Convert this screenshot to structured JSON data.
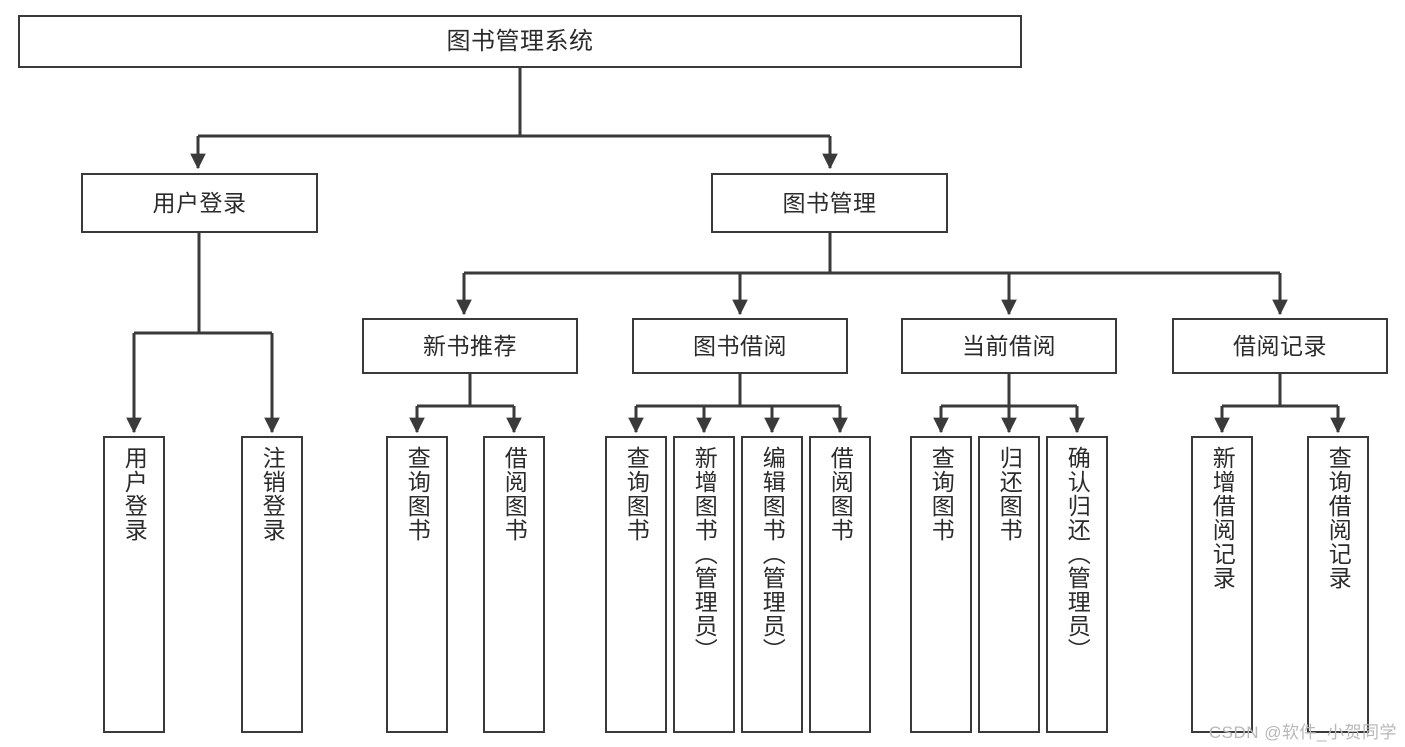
{
  "diagram": {
    "title": "图书管理系统",
    "type": "tree-hierarchy-diagram",
    "root": {
      "id": "root",
      "label": "图书管理系统"
    },
    "level2": [
      {
        "id": "login",
        "label": "用户登录"
      },
      {
        "id": "bookmgmt",
        "label": "图书管理"
      }
    ],
    "level3": [
      {
        "id": "newbook",
        "label": "新书推荐",
        "parent": "bookmgmt"
      },
      {
        "id": "borrow",
        "label": "图书借阅",
        "parent": "bookmgmt"
      },
      {
        "id": "current",
        "label": "当前借阅",
        "parent": "bookmgmt"
      },
      {
        "id": "records",
        "label": "借阅记录",
        "parent": "bookmgmt"
      }
    ],
    "leaves": [
      {
        "id": "leaf-1",
        "label": "用户登录",
        "parent": "login"
      },
      {
        "id": "leaf-2",
        "label": "注销登录",
        "parent": "login"
      },
      {
        "id": "leaf-3",
        "label": "查询图书",
        "parent": "newbook"
      },
      {
        "id": "leaf-4",
        "label": "借阅图书",
        "parent": "newbook"
      },
      {
        "id": "leaf-5",
        "label": "查询图书",
        "parent": "borrow"
      },
      {
        "id": "leaf-6",
        "label": "新增图书（管理员）",
        "parent": "borrow"
      },
      {
        "id": "leaf-7",
        "label": "编辑图书（管理员）",
        "parent": "borrow"
      },
      {
        "id": "leaf-8",
        "label": "借阅图书",
        "parent": "borrow"
      },
      {
        "id": "leaf-9",
        "label": "查询图书",
        "parent": "current"
      },
      {
        "id": "leaf-10",
        "label": "归还图书",
        "parent": "current"
      },
      {
        "id": "leaf-11",
        "label": "确认归还（管理员）",
        "parent": "current"
      },
      {
        "id": "leaf-12",
        "label": "新增借阅记录",
        "parent": "records"
      },
      {
        "id": "leaf-13",
        "label": "查询借阅记录",
        "parent": "records"
      }
    ]
  },
  "watermark": {
    "text": "CSDN @软件_小贺同学"
  },
  "colors": {
    "stroke": "#3a3a3a",
    "text": "#2b2b2b",
    "background": "#ffffff",
    "watermark": "#b8b8b8"
  }
}
